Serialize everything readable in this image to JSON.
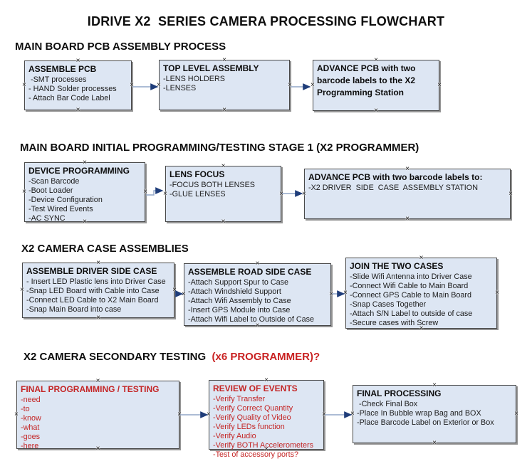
{
  "title": "IDRIVE X2  SERIES CAMERA PROCESSING FLOWCHART",
  "colors": {
    "box_fill": "#dde6f3",
    "box_border": "#494949",
    "box_shadow": "#949494",
    "arrow_line": "#91a6c7",
    "arrow_head": "#1f3d7a",
    "red_text": "#c42525",
    "black_text": "#0d0d0d"
  },
  "icons": {
    "anchor_glyph": "×"
  },
  "sections": [
    {
      "heading": "MAIN BOARD PCB ASSEMBLY PROCESS",
      "heading_accent": "",
      "boxes": [
        {
          "title": "ASSEMBLE PCB",
          "items": [
            " -SMT processes",
            "- HAND Solder processes",
            "- Attach Bar Code Label"
          ]
        },
        {
          "title": "TOP LEVEL ASSEMBLY",
          "items": [
            "-LENS HOLDERS",
            "-LENSES"
          ]
        },
        {
          "title": "ADVANCE PCB with two barcode labels to the X2 Programming Station",
          "items": []
        }
      ]
    },
    {
      "heading": "MAIN BOARD INITIAL PROGRAMMING/TESTING STAGE 1 (X2 PROGRAMMER)",
      "heading_accent": "",
      "boxes": [
        {
          "title": "DEVICE PROGRAMMING",
          "items": [
            "-Scan Barcode",
            "-Boot Loader",
            "-Device Configuration",
            "-Test Wired Events",
            "-AC SYNC"
          ]
        },
        {
          "title": "LENS FOCUS",
          "items": [
            "-FOCUS BOTH LENSES",
            "-GLUE LENSES"
          ]
        },
        {
          "title": "ADVANCE PCB with two barcode labels to:",
          "items": [
            "-X2 DRIVER  SIDE  CASE  ASSEMBLY STATION"
          ]
        }
      ]
    },
    {
      "heading": "X2 CAMERA CASE ASSEMBLIES",
      "heading_accent": "",
      "boxes": [
        {
          "title": "ASSEMBLE DRIVER SIDE CASE",
          "items": [
            "- Insert LED Plastic lens into Driver Case",
            "-Snap LED Board with Cable into Case",
            "-Connect LED Cable to X2 Main Board",
            "-Snap Main Board into case"
          ]
        },
        {
          "title": "ASSEMBLE ROAD SIDE CASE",
          "items": [
            "-Attach Support Spur to Case",
            "-Attach Windshield Support",
            "-Attach Wifi Assembly to Case",
            "-Insert GPS Module into Case",
            "-Attach Wifi Label to Outside of Case"
          ]
        },
        {
          "title": "JOIN THE TWO CASES",
          "items": [
            "-Slide Wifi Antenna into Driver Case",
            "-Connect Wifi Cable to Main Board",
            "-Connect GPS Cable to Main Board",
            "-Snap Cases Together",
            "-Attach S/N Label to outside of case",
            "-Secure cases with Screw"
          ]
        }
      ]
    },
    {
      "heading": "X2 CAMERA SECONDARY TESTING",
      "heading_accent": "  (x6 PROGRAMMER)?",
      "boxes": [
        {
          "title": "FINAL PROGRAMMING / TESTING",
          "red": true,
          "items": [
            "-need",
            "-to",
            "-know",
            "-what",
            "-goes",
            "-here"
          ]
        },
        {
          "title": "REVIEW OF EVENTS",
          "red": true,
          "items": [
            "-Verify Transfer",
            "-Verify Correct Quantity",
            "-Verify Quality of Video",
            "-Verify LEDs function",
            "-Verify Audio",
            "-Verify BOTH Accelerometers",
            "-Test of accessory ports?"
          ]
        },
        {
          "title": "FINAL PROCESSING",
          "items": [
            " -Check Final Box",
            "-Place In Bubble wrap Bag and BOX",
            "-Place Barcode Label on Exterior or Box"
          ]
        }
      ]
    }
  ]
}
